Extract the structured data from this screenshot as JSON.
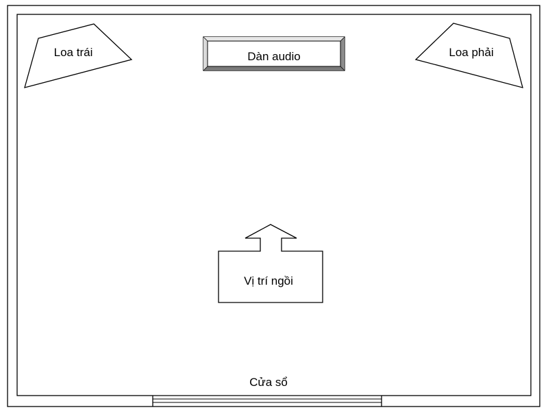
{
  "labels": {
    "left_speaker": "Loa trái",
    "right_speaker": "Loa phải",
    "audio_system": "Dàn audio",
    "seating_position": "Vị trí ngồi",
    "window": "Cửa sổ"
  },
  "colors": {
    "line": "#000000",
    "background": "#ffffff",
    "bevel_dark": "#7a7a7a",
    "bevel_mid": "#a8a8a8",
    "bevel_light": "#e6e6e6"
  }
}
